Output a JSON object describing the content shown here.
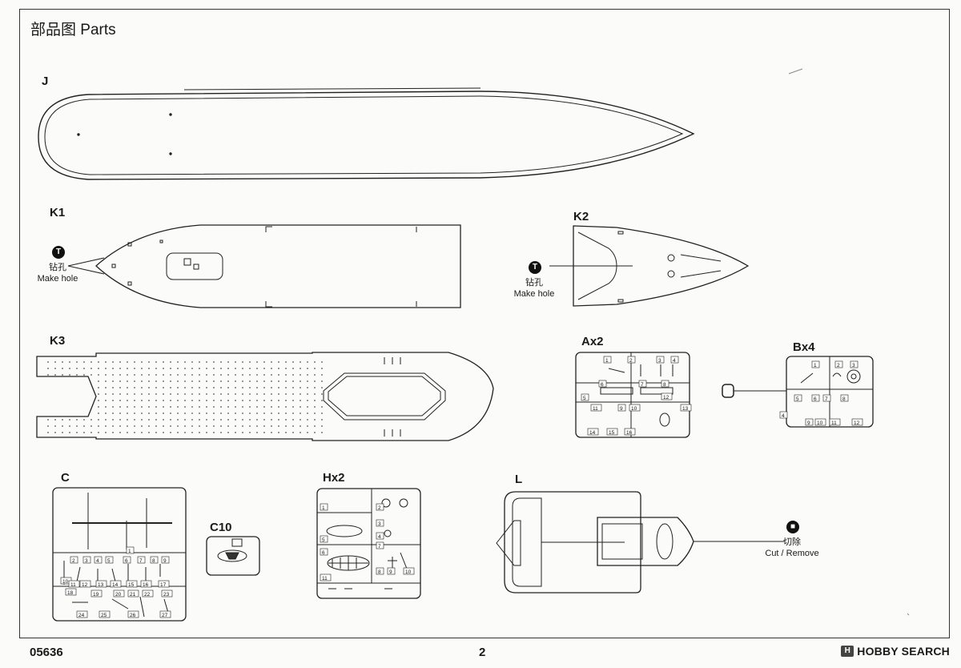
{
  "page": {
    "title": "部品图 Parts",
    "product_code": "05636",
    "page_number": "2",
    "brand": "HOBBY SEARCH",
    "brand_mark": "H"
  },
  "parts": {
    "j": "J",
    "k1": "K1",
    "k2": "K2",
    "k3": "K3",
    "a": "Ax2",
    "b": "Bx4",
    "c": "C",
    "c10": "C10",
    "h": "Hx2",
    "l": "L"
  },
  "notes": {
    "make_hole_cn": "钻孔",
    "make_hole_en": "Make hole",
    "cut_cn": "切除",
    "cut_en": "Cut / Remove",
    "tool_letter": "T"
  },
  "sprue_numbers": {
    "a": [
      "1",
      "2",
      "3",
      "4",
      "5",
      "6",
      "7",
      "8",
      "9",
      "10",
      "11",
      "12",
      "13",
      "14",
      "15",
      "16"
    ],
    "b": [
      "1",
      "2",
      "3",
      "4",
      "5",
      "6",
      "7",
      "8",
      "9",
      "10",
      "11",
      "12"
    ],
    "c": [
      "1",
      "2",
      "3",
      "4",
      "5",
      "6",
      "7",
      "8",
      "9",
      "10",
      "11",
      "12",
      "13",
      "14",
      "15",
      "16",
      "17",
      "18",
      "19",
      "20",
      "21",
      "22",
      "23",
      "24",
      "25",
      "26",
      "27"
    ],
    "h": [
      "1",
      "2",
      "3",
      "4",
      "5",
      "6",
      "7",
      "8",
      "9",
      "10",
      "11"
    ]
  },
  "colors": {
    "ink": "#1a1a1a",
    "paper": "#fbfbfa"
  }
}
